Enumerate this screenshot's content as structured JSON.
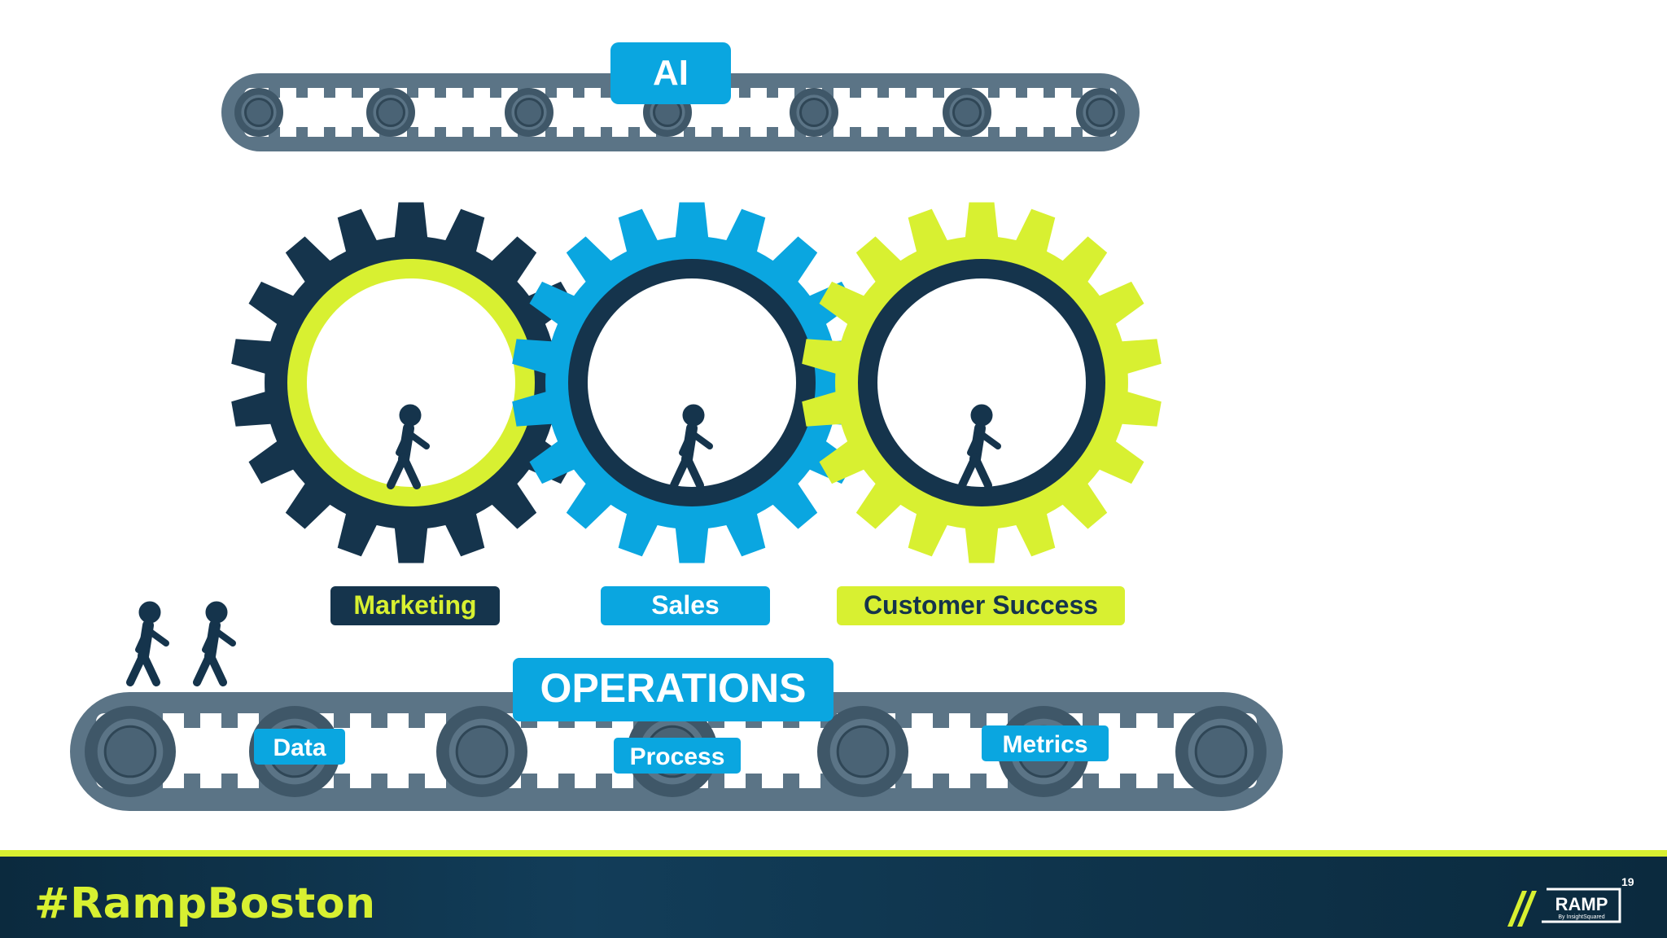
{
  "top_belt": {
    "label": "AI"
  },
  "gears": [
    {
      "label": "Marketing",
      "gear_color": "#15344c",
      "ring_color": "#d8f031",
      "label_bg": "#15344c",
      "label_color": "#d8f031"
    },
    {
      "label": "Sales",
      "gear_color": "#0aa6e0",
      "ring_color": "#15344c",
      "label_bg": "#0aa6e0",
      "label_color": "#ffffff"
    },
    {
      "label": "Customer Success",
      "gear_color": "#d8f031",
      "ring_color": "#15344c",
      "label_bg": "#d8f031",
      "label_color": "#15344c"
    }
  ],
  "bottom_belt": {
    "label": "OPERATIONS",
    "tags": [
      "Data",
      "Process",
      "Metrics"
    ]
  },
  "footer": {
    "hashtag": "#RampBoston",
    "logo_text": "RAMP",
    "logo_superscript": "19",
    "logo_tagline": "By InsightSquared"
  },
  "colors": {
    "navy": "#15344c",
    "blue": "#0aa6e0",
    "lime": "#d8f031",
    "belt": "#5b7486",
    "belt_dark": "#3f5768"
  }
}
